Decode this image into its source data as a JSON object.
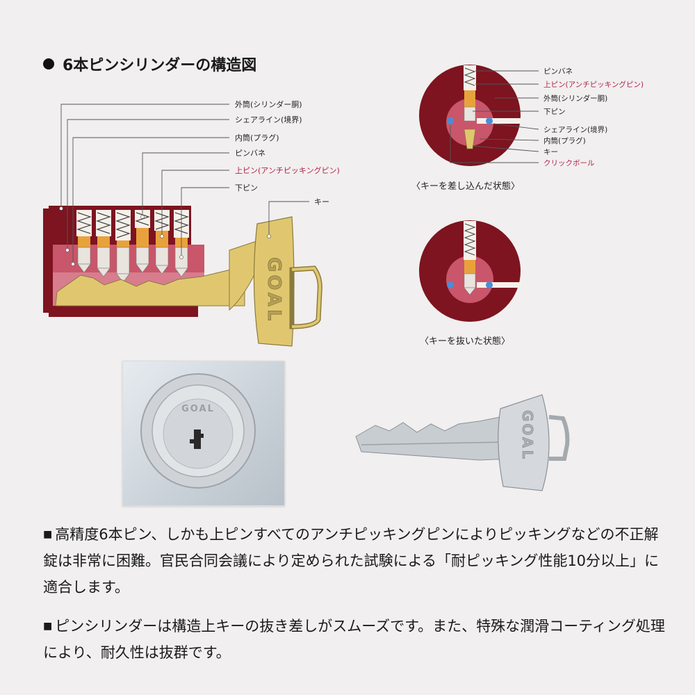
{
  "title": "6本ピンシリンダーの構造図",
  "main_labels": {
    "outer": "外筒(シリンダー胴)",
    "shear": "シェアライン(境界)",
    "inner": "内筒(プラグ)",
    "spring": "ピンバネ",
    "upper": "上ピン(アンチピッキングピン)",
    "lower": "下ピン",
    "key": "キー"
  },
  "top_right_labels": {
    "spring": "ピンバネ",
    "upper": "上ピン(アンチピッキングピン)",
    "outer": "外筒(シリンダー胴)",
    "lower": "下ピン",
    "shear": "シェアライン(境界)",
    "inner": "内筒(プラグ)",
    "key": "キー",
    "ball": "クリックボール"
  },
  "captions": {
    "inserted": "〈キーを差し込んだ状態〉",
    "removed": "〈キーを抜いた状態〉"
  },
  "brand": "GOAL",
  "desc1": {
    "bullet": "■",
    "text": "高精度6本ピン、しかも上ピンすべてのアンチピッキングピンによりピッキングなどの不正解錠は非常に困難。官民合同会議により定められた試験による「耐ピッキング性能10分以上」に適合します。"
  },
  "desc2": {
    "bullet": "■",
    "text": "ピンシリンダーは構造上キーの抜き差しがスムーズです。また、特殊な潤滑コーティング処理により、耐久性は抜群です。"
  },
  "colors": {
    "maroon": "#7d1420",
    "pink": "#c9566a",
    "gold": "#e0c76f",
    "orange_pin": "#e8a23c",
    "accent_red": "#b0204a"
  }
}
